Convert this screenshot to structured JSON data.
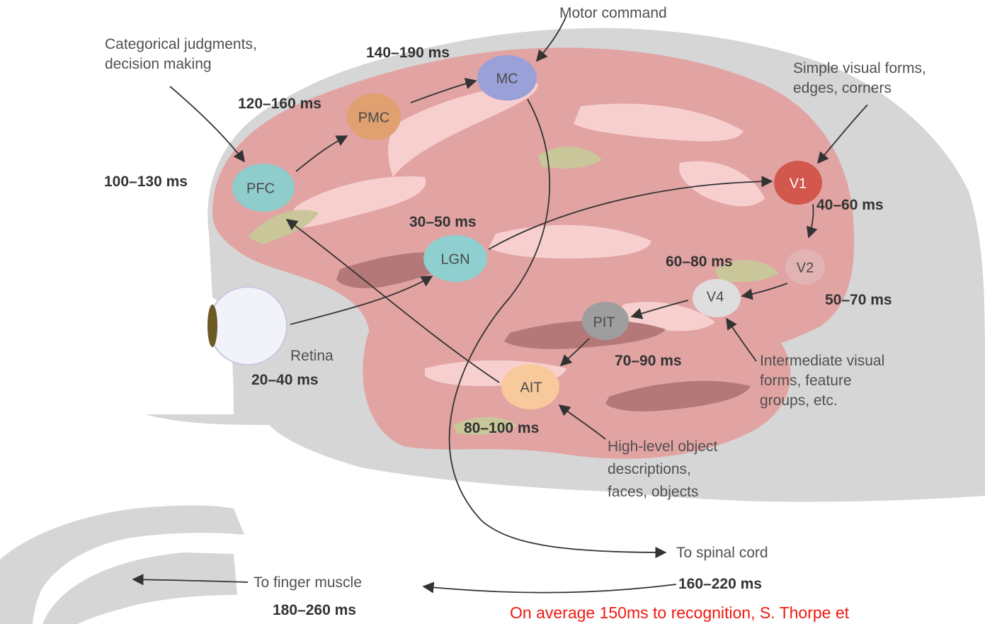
{
  "figure": {
    "areas": {
      "pfc": "PFC",
      "pmc": "PMC",
      "mc": "MC",
      "lgn": "LGN",
      "v1": "V1",
      "v2": "V2",
      "v4": "V4",
      "pit": "PIT",
      "ait": "AIT"
    },
    "timings": {
      "pfc": "100–130 ms",
      "pmc": "120–160 ms",
      "mc": "140–190 ms",
      "lgn": "30–50 ms",
      "v1": "40–60 ms",
      "v2": "50–70 ms",
      "v4": "60–80 ms",
      "pit": "70–90 ms",
      "ait": "80–100 ms",
      "retina": "20–40 ms",
      "spinal": "160–220 ms",
      "finger": "180–260 ms"
    },
    "labels": {
      "motor_command": "Motor command",
      "categorical_1": "Categorical judgments,",
      "categorical_2": "decision making",
      "simple_1": "Simple visual forms,",
      "simple_2": "edges, corners",
      "retina": "Retina",
      "intermediate_1": "Intermediate visual",
      "intermediate_2": "forms, feature",
      "intermediate_3": "groups, etc.",
      "highlevel_1": "High-level object",
      "highlevel_2": "descriptions,",
      "highlevel_3": "faces, objects",
      "spinal_cord": "To spinal cord",
      "finger_muscle": "To finger muscle"
    },
    "caption": "On average 150ms to recognition, S. Thorpe et"
  },
  "colors": {
    "head": "#d6d6d6",
    "cortex_pink": "#e2a3a3",
    "cortex_light": "#f8cfcf",
    "cortex_dark": "#b57878",
    "pfc": "#8fcccc",
    "pmc": "#e0a070",
    "mc": "#9aa0d8",
    "lgn": "#8fcfcf",
    "v1": "#d2574c",
    "v2": "#e2b3b3",
    "v4": "#dedede",
    "pit": "#9e9e9e",
    "ait": "#f8c99a",
    "caption": "#f01a10"
  }
}
